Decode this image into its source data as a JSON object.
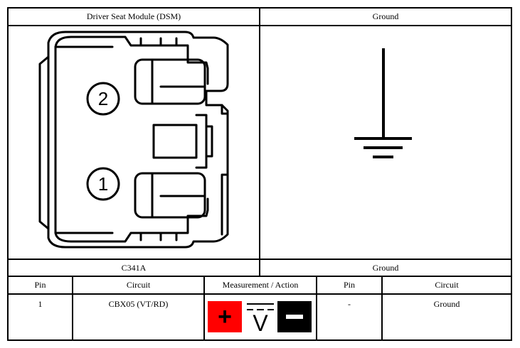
{
  "header": {
    "left_title": "Driver Seat Module (DSM)",
    "right_title": "Ground"
  },
  "connector": {
    "pin_2_label": "2",
    "pin_1_label": "1"
  },
  "footer": {
    "left_label": "C341A",
    "right_label": "Ground"
  },
  "table": {
    "headers": [
      "Pin",
      "Circuit",
      "Measurement / Action",
      "Pin",
      "Circuit"
    ],
    "row": {
      "pin_left": "1",
      "circuit_left": "CBX05 (VT/RD)",
      "pin_right": "-",
      "circuit_right": "Ground"
    }
  },
  "meter": {
    "plus_symbol": "+",
    "volt_symbol": "V",
    "minus_symbol": "−",
    "plus_color": "#ff0000",
    "minus_color": "#000000"
  }
}
